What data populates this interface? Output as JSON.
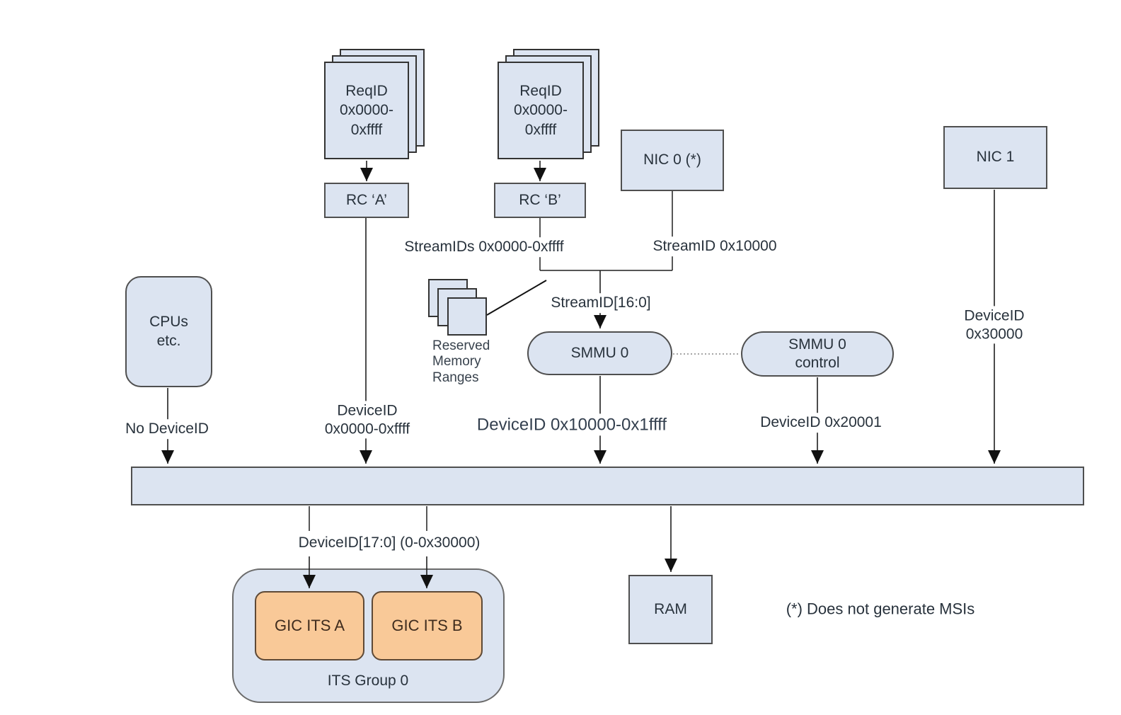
{
  "nodes": {
    "reqid_stack_a": "ReqID\n0x0000-\n0xffff",
    "reqid_stack_b": "ReqID\n0x0000-\n0xffff",
    "rc_a": "RC ‘A’",
    "rc_b": "RC ‘B’",
    "nic0": "NIC 0 (*)",
    "nic1": "NIC 1",
    "cpus": "CPUs\netc.",
    "smmu0": "SMMU 0",
    "smmu0_control": "SMMU 0\ncontrol",
    "gic_its_a": "GIC ITS A",
    "gic_its_b": "GIC ITS B",
    "its_group": "ITS Group 0",
    "ram": "RAM"
  },
  "labels": {
    "stream_ids_range": "StreamIDs 0x0000-0xffff",
    "stream_id_nic0": "StreamID 0x10000",
    "stream_id_bits": "StreamID[16:0]",
    "reserved_memory": "Reserved\nMemory\nRanges",
    "no_device_id": "No DeviceID",
    "device_id_rc_a": "DeviceID\n0x0000-0xffff",
    "device_id_smmu": "DeviceID 0x10000-0x1ffff",
    "device_id_control": "DeviceID 0x20001",
    "device_id_nic1": "DeviceID\n0x30000",
    "device_id_bus": "DeviceID[17:0] (0-0x30000)",
    "footnote": "(*) Does not generate MSIs"
  },
  "colors": {
    "node_fill": "#dce4f1",
    "node_border": "#4f4f4f",
    "accent_fill": "#f9c998",
    "accent_border": "#5e4936",
    "accent_text": "#3f2c1e",
    "text": "#28323c",
    "line": "#1f1f1f",
    "background": "#ffffff"
  }
}
